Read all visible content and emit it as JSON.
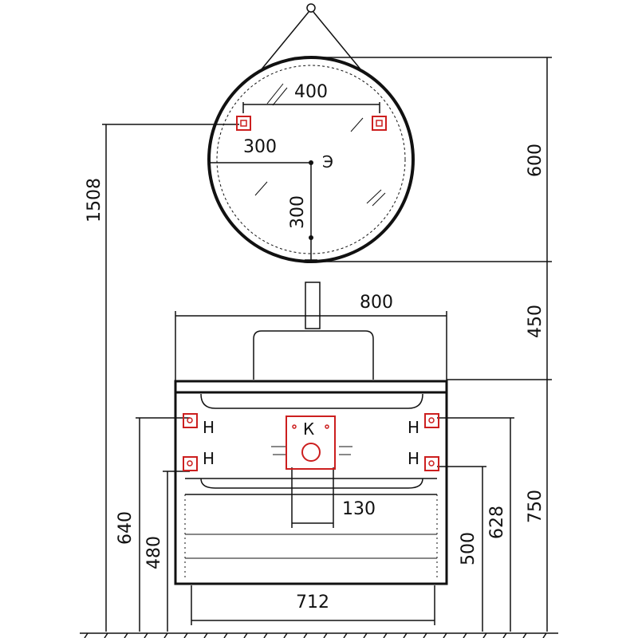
{
  "dimensions": {
    "mirror_width": "400",
    "mirror_half_horizontal": "300",
    "mirror_half_vertical": "300",
    "mirror_height": "600",
    "total_height": "1508",
    "cabinet_width": "800",
    "gap_height": "450",
    "cabinet_height": "750",
    "base_width": "712",
    "drain_offset": "130",
    "hot_height": "640",
    "cold_height": "480",
    "right_low_height": "500",
    "right_high_height": "628"
  },
  "marks": {
    "electric": "Э",
    "drain": "К",
    "supply_top_left": "Н",
    "supply_top_right": "Н",
    "supply_bottom_left": "Н",
    "supply_bottom_right": "Н"
  },
  "colors": {
    "line": "#111111",
    "accent": "#cc1f1f"
  }
}
